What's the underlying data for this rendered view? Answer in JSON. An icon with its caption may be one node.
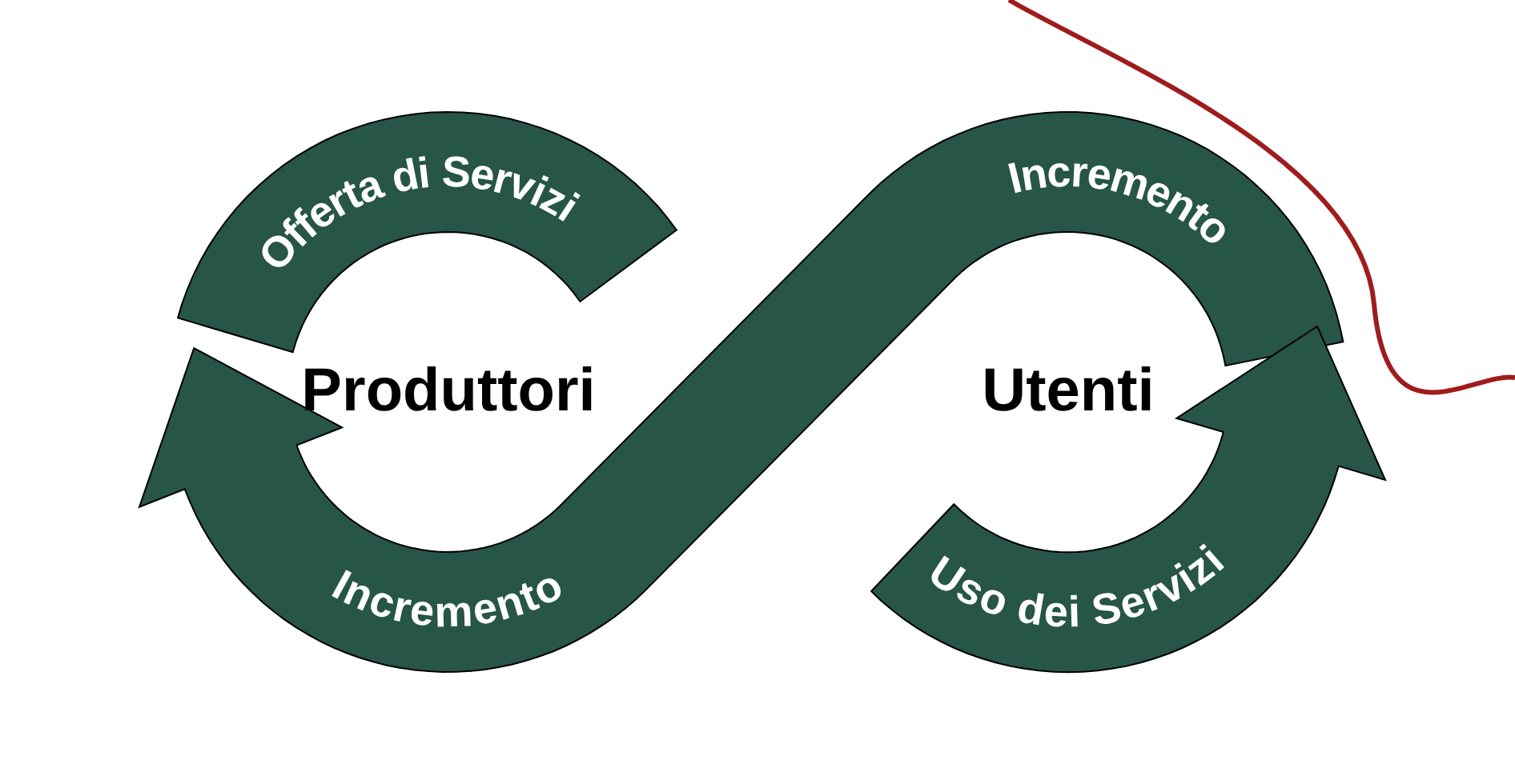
{
  "diagram": {
    "nodes": [
      {
        "text": [
          "Offerta di Servizi"
        ]
      },
      {
        "text": [
          "Incremento",
          "Incremento"
        ]
      },
      {
        "text": [
          "Uso dei Servizi"
        ]
      }
    ],
    "labels": [
      "Produttori",
      "Utenti"
    ]
  }
}
